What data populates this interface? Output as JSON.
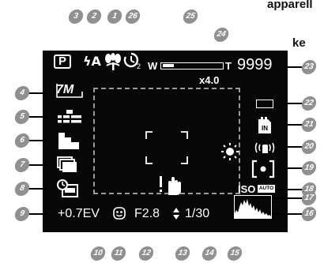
{
  "header": {
    "line1": "apparell",
    "line2": "ke"
  },
  "status_top": {
    "mode": "P",
    "flash": "ϟA",
    "zoom_wide": "W",
    "zoom_tele": "T",
    "zoom_value": "x4.0",
    "shots_remaining": "9999",
    "self_timer_sub": "2",
    "zoom_fill_fraction": 0.18
  },
  "left_column": {
    "resolution": "7M"
  },
  "right_column": {
    "iso_label": "ISO",
    "iso_value": "AUTO"
  },
  "bottom_bar": {
    "ev": "+0.7EV",
    "aperture": "F2.8",
    "shutter": "1/30"
  },
  "callouts": [
    "1",
    "2",
    "3",
    "4",
    "5",
    "6",
    "7",
    "8",
    "9",
    "10",
    "11",
    "12",
    "13",
    "14",
    "15",
    "16",
    "17",
    "18",
    "19",
    "20",
    "21",
    "22",
    "23",
    "24",
    "25",
    "26"
  ],
  "colors": {
    "screen": "#070707",
    "callout": "#909090",
    "lcd_text": "#ffffff",
    "dashed_frame": "#9a9a9a"
  }
}
